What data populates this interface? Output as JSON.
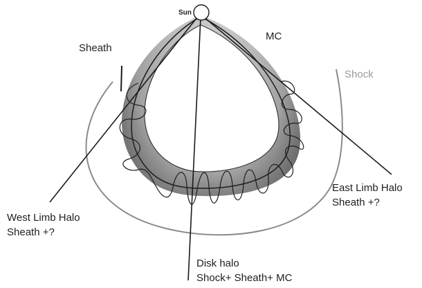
{
  "labels": {
    "sun": "Sun",
    "mc": "MC",
    "sheath": "Sheath",
    "shock": "Shock",
    "west_limb_line1": "West Limb Halo",
    "west_limb_line2": "Sheath +?",
    "east_limb_line1": "East Limb Halo",
    "east_limb_line2": "Sheath +?",
    "disk_line1": "Disk halo",
    "disk_line2": "Shock+ Sheath+ MC"
  },
  "colors": {
    "shock_arc": "#8a8a8a",
    "shock_text": "#9a9a9a",
    "sheath_dark": "#6e6e6e",
    "sheath_mid": "#9a9a9a",
    "sheath_light": "#c2c2c2",
    "lines": "#1a1a1a"
  }
}
